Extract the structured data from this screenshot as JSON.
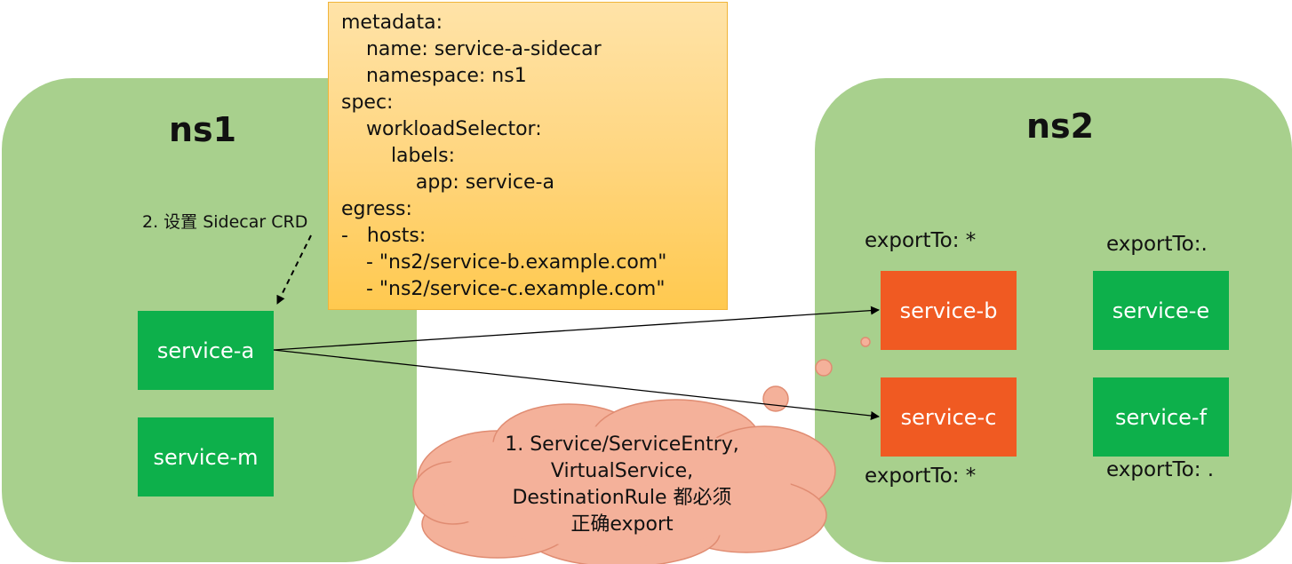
{
  "namespaces": {
    "ns1": {
      "title": "ns1"
    },
    "ns2": {
      "title": "ns2"
    }
  },
  "services": {
    "a": "service-a",
    "m": "service-m",
    "b": "service-b",
    "c": "service-c",
    "e": "service-e",
    "f": "service-f"
  },
  "export_labels": {
    "b": "exportTo: *",
    "c": "exportTo: *",
    "e": "exportTo:.",
    "f": "exportTo: ."
  },
  "yaml_lines": [
    "metadata:",
    "    name: service-a-sidecar",
    "    namespace: ns1",
    "spec:",
    "    workloadSelector:",
    "        labels:",
    "            app: service-a",
    "egress:",
    "-   hosts:",
    "    - \"ns2/service-b.example.com\"",
    "    - \"ns2/service-c.example.com\""
  ],
  "step2_label": "2. 设置 Sidecar CRD",
  "cloud_lines": [
    "1. Service/ServiceEntry,",
    "VirtualService,",
    "DestinationRule 都必须",
    "正确export"
  ],
  "colors": {
    "namespace_bg": "#a8d08d",
    "service_green": "#0db04b",
    "service_orange": "#f05a22",
    "yaml_note": "#ffd680",
    "cloud": "#f4b19a"
  }
}
